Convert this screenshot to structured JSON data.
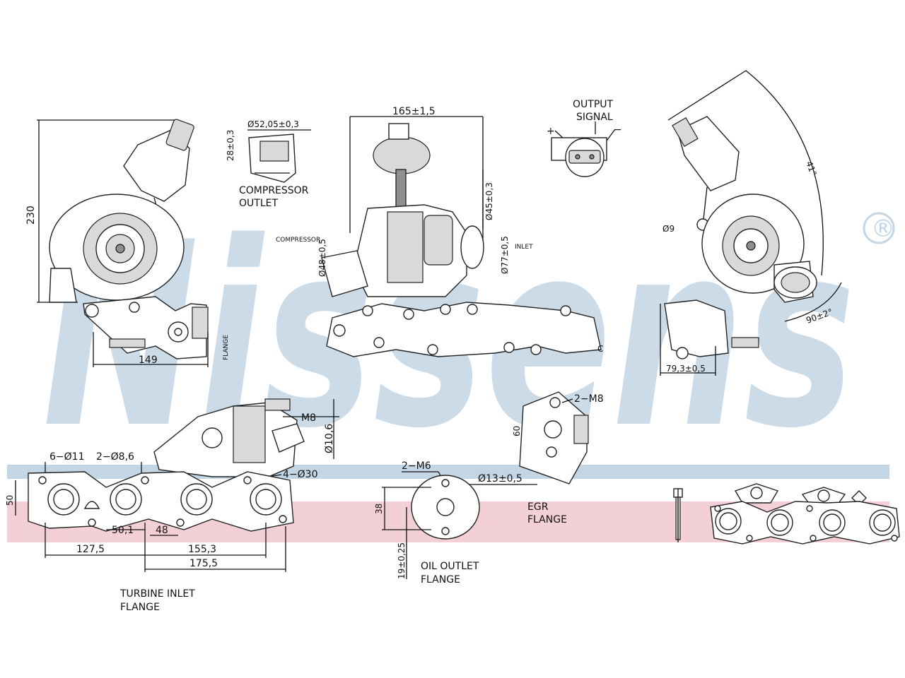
{
  "watermark": {
    "brand": "Nissens",
    "registered_mark": "®",
    "band_colors": {
      "blue": "#c3d6e5",
      "pink": "#f3cfd6"
    }
  },
  "labels": {
    "compressor_outlet_line1": "COMPRESSOR",
    "compressor_outlet_line2": "OUTLET",
    "output_signal_line1": "OUTPUT",
    "output_signal_line2": "SIGNAL",
    "plus": "+",
    "minus": "−",
    "turbine_inlet_line1": "TURBINE INLET",
    "turbine_inlet_line2": "FLANGE",
    "oil_outlet_line1": "OIL OUTLET",
    "oil_outlet_line2": "FLANGE",
    "egr_line1": "EGR",
    "egr_line2": "FLANGE",
    "c_marker": "C"
  },
  "dimensions": {
    "height_230": "230",
    "width_149": "149",
    "outlet_dia": "Ø52,05±0,3",
    "outlet_len": "28±0,3",
    "top_width": "165±1,5",
    "dia_45": "Ø45±0,3",
    "dia_77": "Ø77±0,5",
    "dia_48": "Ø48±0,5",
    "dia_9": "Ø9",
    "angle_41": "41°",
    "angle_90": "90±2°",
    "width_79": "79,3±0,5",
    "m8_2": "2−M8",
    "dim_60": "60",
    "m8": "M8",
    "dia_10_6": "Ø10,6",
    "holes_6": "6−Ø11",
    "holes_2": "2−Ø8,6",
    "holes_4": "4−Ø30",
    "dim_50": "50",
    "dim_50_1": "50,1",
    "dim_48": "48",
    "dim_127_5": "127,5",
    "dim_155_3": "155,3",
    "dim_175_5": "175,5",
    "m6_2": "2−M6",
    "dia_13": "Ø13±0,5",
    "dim_38": "38",
    "dim_19": "19±0,25"
  }
}
